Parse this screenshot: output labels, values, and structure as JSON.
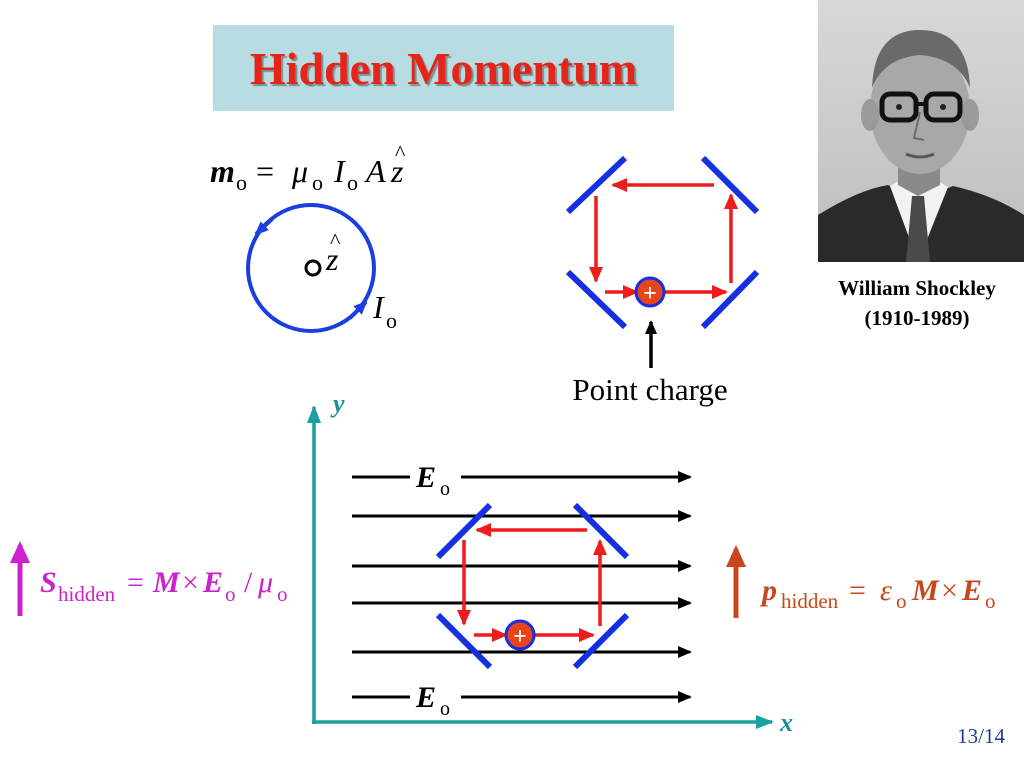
{
  "title": "Hidden Momentum",
  "moment_equation": {
    "m": "m",
    "sub_o": "o",
    "equals": "=",
    "mu": "μ",
    "I": "I",
    "A": "A",
    "z": "z",
    "hat": "^"
  },
  "loop_diagram": {
    "axis_symbol": "z",
    "hat": "^",
    "current": "I",
    "current_sub": "o"
  },
  "point_charge_label": "Point charge",
  "charge_symbol": "+",
  "photo_caption": {
    "name": "William Shockley",
    "years": "(1910-1989)"
  },
  "axes": {
    "x": "x",
    "y": "y"
  },
  "field_label": {
    "E": "E",
    "sub": "o"
  },
  "s_hidden": {
    "S": "S",
    "sub": "hidden",
    "equals": "=",
    "M": "M",
    "times": "×",
    "E": "E",
    "slash": "/",
    "mu": "μ",
    "o": "o"
  },
  "p_hidden": {
    "p": "p",
    "sub": "hidden",
    "equals": "=",
    "eps": "ε",
    "M": "M",
    "times": "×",
    "E": "E",
    "o": "o"
  },
  "page_number": "13/14",
  "colors": {
    "title": "#e8231a",
    "title_box": "#b7dde2",
    "mirror": "#1530e0",
    "light_path": "#ee1c1c",
    "axes": "#1aa0a0",
    "s_hidden": "#cc22cc",
    "p_hidden": "#c8471a",
    "loop": "#1a3ee0"
  }
}
